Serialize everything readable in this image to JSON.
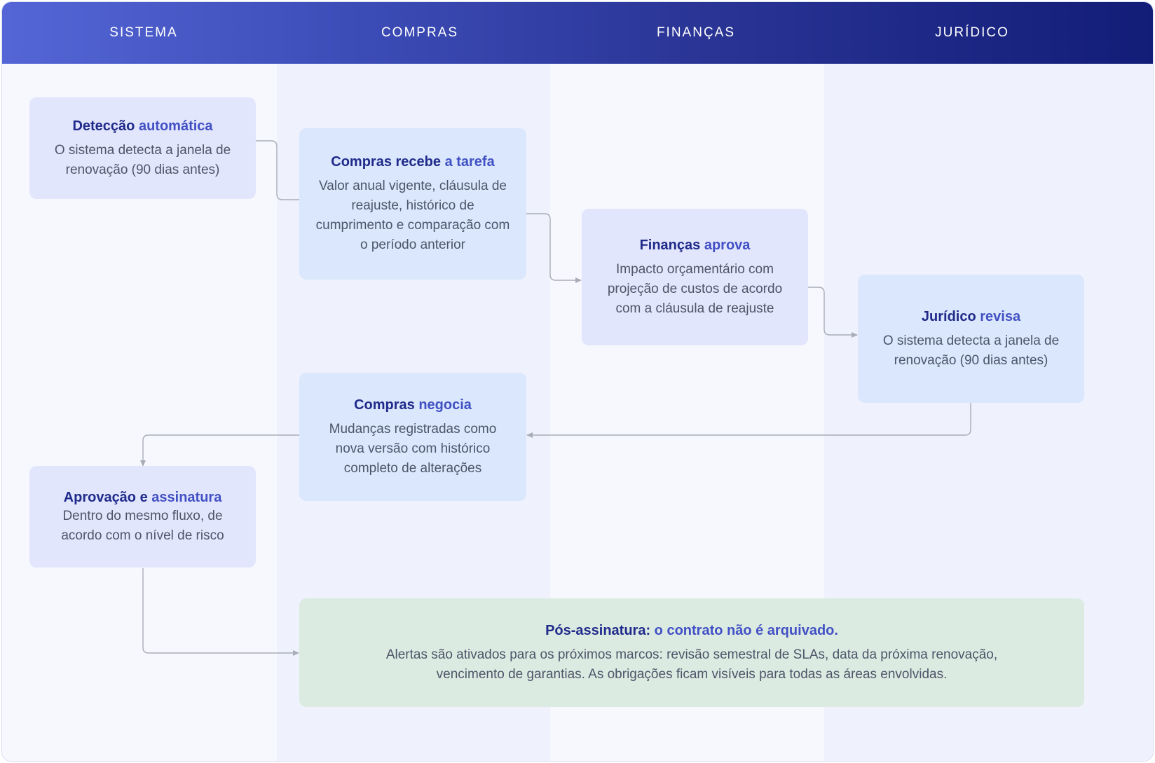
{
  "lanes": [
    "SISTEMA",
    "COMPRAS",
    "FINANÇAS",
    "JURÍDICO"
  ],
  "steps": {
    "deteccao": {
      "title_a": "Detecção ",
      "title_b": "automática",
      "desc": "O sistema detecta a janela de renovação (90 dias antes)"
    },
    "compras_tarefa": {
      "title_a": "Compras recebe ",
      "title_b": "a tarefa",
      "desc": "Valor anual vigente, cláusula de reajuste, histórico de cumprimento e comparação com o período anterior"
    },
    "financas": {
      "title_a": "Finanças ",
      "title_b": "aprova",
      "desc": "Impacto orçamentário com projeção de custos de acordo com a cláusula de reajuste"
    },
    "juridico": {
      "title_a": "Jurídico ",
      "title_b": "revisa",
      "desc": "O sistema detecta a janela de renovação (90 dias antes)"
    },
    "negocia": {
      "title_a": "Compras ",
      "title_b": "negocia",
      "desc": "Mudanças registradas como nova versão com histórico completo de alterações"
    },
    "assinatura": {
      "title_a": "Aprovação e ",
      "title_b": "assinatura",
      "desc": "Dentro do mesmo fluxo, de acordo com o nível de risco"
    },
    "pos": {
      "title_a": "Pós-assinatura: ",
      "title_b": "o contrato não é arquivado.",
      "desc": "Alertas são ativados para os próximos marcos: revisão semestral de SLAs, data da próxima renovação, vencimento de garantias. As obrigações ficam visíveis para todas as áreas envolvidas."
    }
  },
  "colors": {
    "header_start": "#5466d6",
    "header_end": "#121d78",
    "title": "#1f2a8a",
    "title_accent": "#4150c4",
    "connector": "#a9adb8"
  }
}
